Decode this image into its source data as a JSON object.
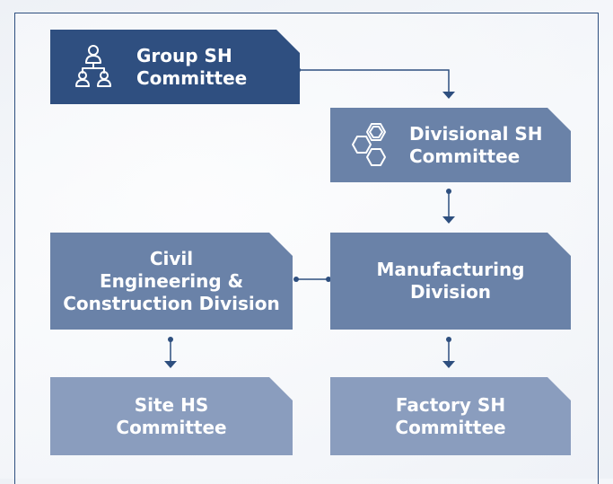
{
  "boxes": {
    "group": "Group SH\nCommittee",
    "divisional": "Divisional SH\nCommittee",
    "civil": "Civil\nEngineering &\nConstruction Division",
    "manufacturing": "Manufacturing\nDivision",
    "site": "Site HS\nCommittee",
    "factory": "Factory SH\nCommittee"
  },
  "colors": {
    "dark_box": "#2f4f80",
    "mid_box": "#6a82a8",
    "light_box": "#8a9dbe",
    "connector": "#2e4f7f"
  },
  "icons": [
    "people-hierarchy-icon",
    "hexagons-icon"
  ]
}
